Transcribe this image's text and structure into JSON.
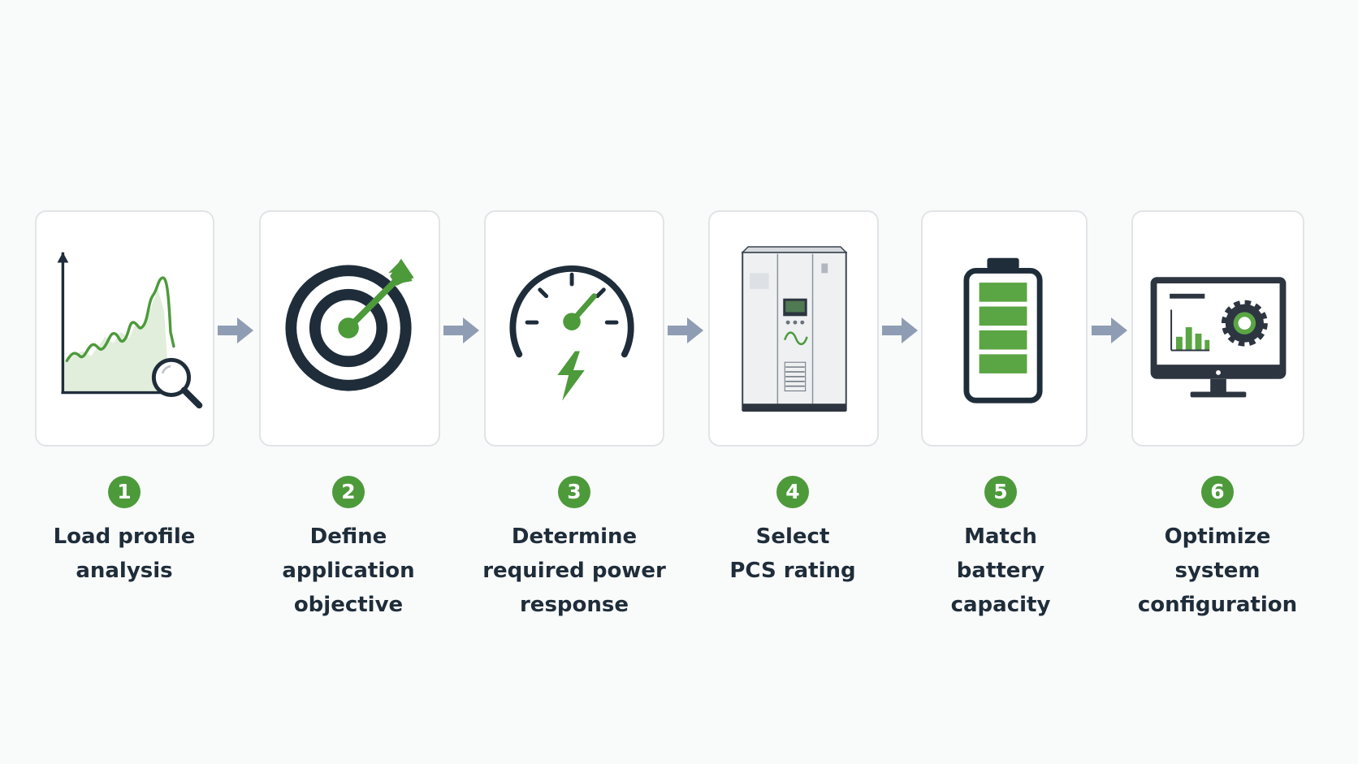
{
  "steps": [
    {
      "number": "1",
      "lines": [
        "Load profile",
        "analysis"
      ],
      "icon": "load-profile-chart-icon"
    },
    {
      "number": "2",
      "lines": [
        "Define",
        "application",
        "objective"
      ],
      "icon": "target-icon"
    },
    {
      "number": "3",
      "lines": [
        "Determine",
        "required power",
        "response"
      ],
      "icon": "power-gauge-icon"
    },
    {
      "number": "4",
      "lines": [
        "Select",
        "PCS rating"
      ],
      "icon": "pcs-cabinet-icon"
    },
    {
      "number": "5",
      "lines": [
        "Match",
        "battery",
        "capacity"
      ],
      "icon": "battery-icon"
    },
    {
      "number": "6",
      "lines": [
        "Optimize",
        "system",
        "configuration"
      ],
      "icon": "monitor-settings-icon"
    }
  ],
  "colors": {
    "accent": "#4d9a3b",
    "dark": "#1f2d3a",
    "arrow": "#8e9db3",
    "card_border": "#e1e4e7"
  }
}
